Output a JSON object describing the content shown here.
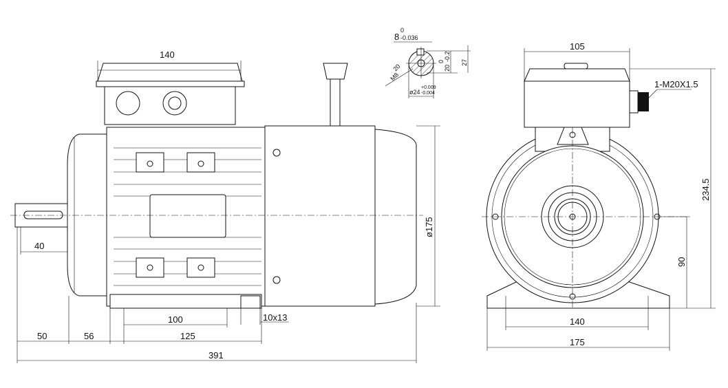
{
  "title": "Motor dimension drawing",
  "side_view": {
    "terminal_box_width": "140",
    "diameter": "ø175",
    "shaft_length": "40",
    "foot_hole_spacing": "100",
    "foot_slot": "10x13",
    "shaft_extension": "50",
    "flange_to_foot": "56",
    "foot_length": "125",
    "overall_length": "391"
  },
  "shaft_detail": {
    "key_width": "8",
    "key_tol_upper": "0",
    "key_tol_lower": "-0.036",
    "thread": "M8",
    "thread_depth": "20",
    "key_depth": "20",
    "key_depth_tol_upper": "0",
    "key_depth_tol_lower": "-0.2",
    "shaft_height": "27",
    "shaft_dia": "ø24",
    "shaft_tol_upper": "+0.009",
    "shaft_tol_lower": "-0.004"
  },
  "front_view": {
    "terminal_box_width": "105",
    "cable_gland": "1-M20X1.5",
    "overall_height": "234.5",
    "shaft_height": "90",
    "foot_hole_spacing": "140",
    "foot_width": "175"
  }
}
